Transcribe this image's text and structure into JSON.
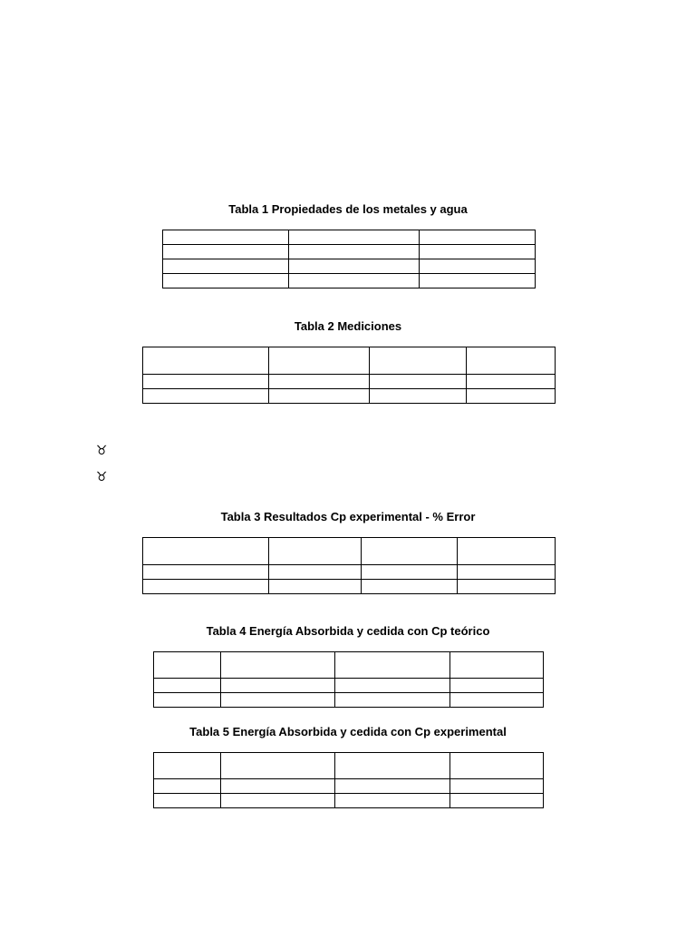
{
  "tables": [
    {
      "caption": "Tabla 1 Propiedades de los metales y agua"
    },
    {
      "caption": "Tabla 2 Mediciones"
    },
    {
      "caption": "Tabla 3 Resultados Cp experimental - % Error"
    },
    {
      "caption": "Tabla 4 Energía Absorbida y cedida con Cp teórico"
    },
    {
      "caption": "Tabla 5 Energía Absorbida y cedida con Cp experimental"
    }
  ],
  "bullets": [
    {
      "glyph": "♉"
    },
    {
      "glyph": "♉"
    }
  ]
}
